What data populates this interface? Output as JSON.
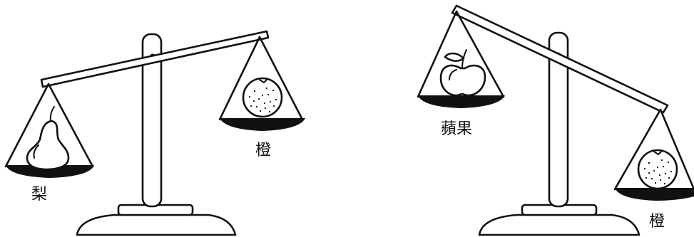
{
  "scales": [
    {
      "left_label": "梨",
      "right_label": "橙",
      "left_icon": "pear-icon",
      "right_icon": "orange-icon"
    },
    {
      "left_label": "蘋果",
      "right_label": "橙",
      "left_icon": "apple-icon",
      "right_icon": "orange-icon"
    }
  ]
}
